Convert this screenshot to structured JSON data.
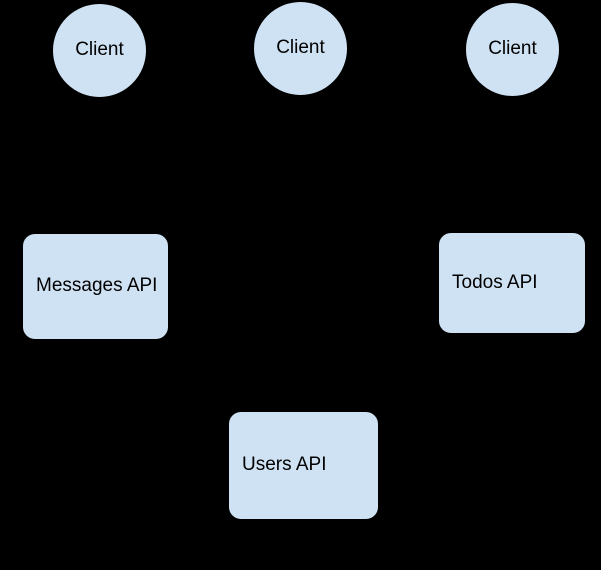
{
  "diagram": {
    "type": "architecture-diagram",
    "colors": {
      "background": "#000000",
      "nodeFill": "#cfe2f3",
      "nodeBorder": "#000000",
      "text": "#000000"
    },
    "clients": [
      {
        "label": "Client"
      },
      {
        "label": "Client"
      },
      {
        "label": "Client"
      }
    ],
    "services": [
      {
        "label": "Messages API"
      },
      {
        "label": "Todos API"
      },
      {
        "label": "Users API"
      }
    ]
  }
}
